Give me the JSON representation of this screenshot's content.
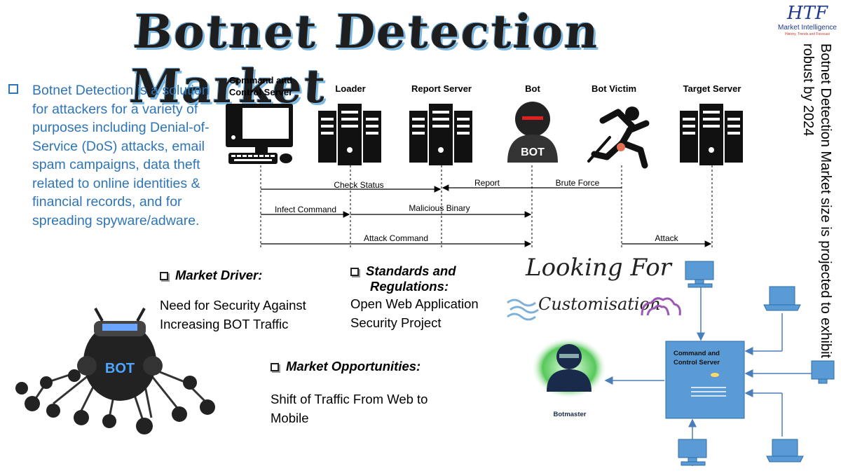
{
  "title": "Botnet Detection Market",
  "logo": {
    "brand": "HTF",
    "line1": "Market Intelligence",
    "line2": "History, Trends and Forecast"
  },
  "intro": "Botnet Detection is a solution for attackers for a variety of purposes including Denial-of-Service (DoS) attacks, email spam campaigns, data theft related to online identities & financial records, and for spreading spyware/adware.",
  "side_text": {
    "line1": "Botnet Detection Market size is projected to exhibit a",
    "line2": "robust by 2024"
  },
  "flow": {
    "nodes": [
      {
        "label": "Command and Control Server",
        "icon": "computer-icon"
      },
      {
        "label": "Loader",
        "icon": "server-icon"
      },
      {
        "label": "Report Server",
        "icon": "server-icon"
      },
      {
        "label": "Bot",
        "icon": "bot-icon",
        "icon_text": "BOT"
      },
      {
        "label": "Bot Victim",
        "icon": "running-victim-icon"
      },
      {
        "label": "Target Server",
        "icon": "server-icon"
      }
    ],
    "messages": [
      {
        "label": "Check Status"
      },
      {
        "label": "Report"
      },
      {
        "label": "Brute Force"
      },
      {
        "label": "Infect Command"
      },
      {
        "label": "Malicious Binary"
      },
      {
        "label": "Attack Command"
      },
      {
        "label": "Attack"
      }
    ]
  },
  "driver": {
    "heading": "Market Driver:",
    "body": "Need for Security Against Increasing BOT Traffic"
  },
  "standards": {
    "heading1": "Standards and",
    "heading2": "Regulations:",
    "body": "Open Web Application Security Project"
  },
  "opportunities": {
    "heading": "Market Opportunities:",
    "body": "Shift of Traffic From Web to Mobile"
  },
  "looking": {
    "line1": "Looking For",
    "line2": "Customisation"
  },
  "network": {
    "center_label": "Command and Control Server",
    "botmaster_label": "Botmaster"
  },
  "bot_image_text": "BOT",
  "colors": {
    "accent_blue": "#2e75b6",
    "network_blue": "#5b9bd5",
    "arrow_blue": "#4a7ebb"
  }
}
